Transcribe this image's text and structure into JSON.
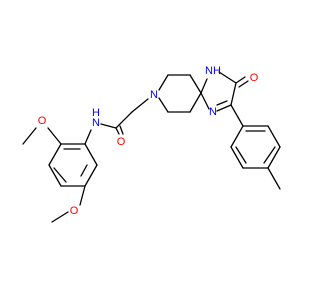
{
  "colors": {
    "background": "#ffffff",
    "bond": "#000000",
    "nitrogen": "#0000ff",
    "oxygen": "#ff0000"
  },
  "atoms": {
    "o_methoxy_top": "O",
    "o_methoxy_bottom": "O",
    "nh_amide": "N",
    "h_amide": "H",
    "o_amide": "O",
    "n_piperidine": "N",
    "nh_imidazole": "NH",
    "o_ketone": "O",
    "n_imine": "N"
  }
}
